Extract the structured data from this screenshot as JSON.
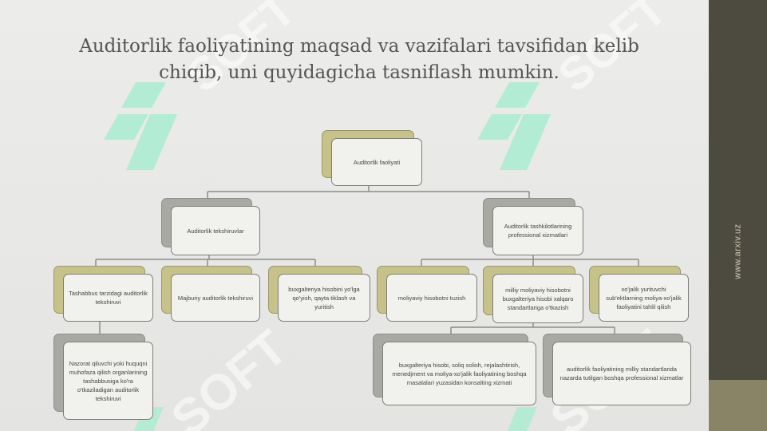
{
  "title": {
    "line1": "Auditorlik faoliyatining maqsad va vazifalari tavsifidan kelib",
    "line2": "chiqib, uni quyidagicha tasniflash mumkin."
  },
  "sidebar": {
    "watermark_url": "www.arxiv.uz"
  },
  "watermarks": {
    "text": "SOFT"
  },
  "nodes": {
    "root": "Auditorlik faoliyati",
    "left": "Auditorlik tekshiruvlar",
    "right": "Auditorlik tashkilotlarining professional xizmatlari",
    "l1": "Tashabbus tarzidagi auditorlik tekshiruvi",
    "l2": "Majburiy auditorlik tekshiruvi",
    "l3": "buxgalteriya hisobini yo'lga qo'yish, qayta tiklash va yuritish",
    "l1a": "Nazorat qiluvchi yoki huquqni muhofaza qilish organlarining tashabbusiga ko'ra o'tkaziladigan auditorlik tekshiruvi",
    "r1": "moliyaviy hisobotni tuzish",
    "r2": "milliy moliyaviy hisobotni buxgalteriya hisobi xalqaro standartlariga o'tkazish",
    "r3": "xo'jalik yurituvchi sub'ektlarning moliya-xo'jalik faoliyatini tahlil qilish",
    "r4": "buxgalteriya hisobi, soliq solish, rejalashtirish, menedjment va moliya-xo'jalik faoliyatining boshqa masalalari yuzasidan konsalting xizmati",
    "r5": "auditorlik faoliyatining milliy standartlarida nazarda tutilgan boshqa professional xizmatlar"
  },
  "colors": {
    "gold": "#c7c28a",
    "grey": "#b8b9b0",
    "sidebar": "#4d4a40",
    "logo": "#a9ecd0"
  }
}
